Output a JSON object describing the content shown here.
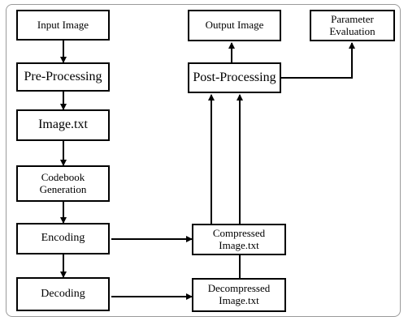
{
  "nodes": {
    "input_image": "Input Image",
    "pre_processing": "Pre-Processing",
    "image_txt": "Image.txt",
    "codebook_generation": "Codebook\nGeneration",
    "encoding": "Encoding",
    "decoding": "Decoding",
    "compressed_image": "Compressed\nImage.txt",
    "decompressed_image": "Decompressed\nImage.txt",
    "post_processing": "Post-Processing",
    "output_image": "Output Image",
    "parameter_evaluation": "Parameter\nEvaluation"
  },
  "colors": {
    "stroke": "#000000",
    "frame": "#9a9a9a"
  }
}
